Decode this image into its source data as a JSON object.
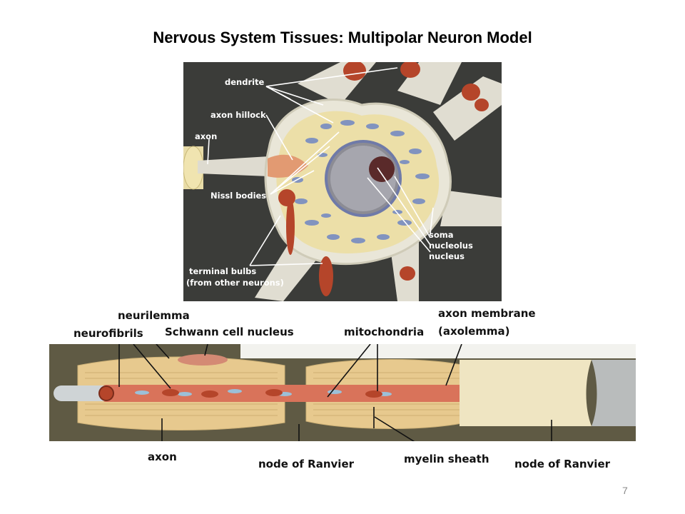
{
  "title": "Nervous System Tissues: Multipolar Neuron Model",
  "neuron_labels": {
    "dendrite": "dendrite",
    "axon_hillock": "axon hillock",
    "axon": "axon",
    "nissl_bodies": "Nissl bodies",
    "soma": "soma",
    "nucleolus": "nucleolus",
    "nucleus": "nucleus",
    "terminal_bulbs_line1": "terminal bulbs",
    "terminal_bulbs_line2": "(from other neurons)"
  },
  "axon_labels": {
    "neurilemma": "neurilemma",
    "neurofibrils": "neurofibrils",
    "schwann_cell_nucleus": "Schwann cell nucleus",
    "mitochondria": "mitochondria",
    "axon_membrane_line1": "axon membrane",
    "axon_membrane_line2": "(axolemma)",
    "axon": "axon",
    "node_of_ranvier_1": "node of Ranvier",
    "myelin_sheath": "myelin sheath",
    "node_of_ranvier_2": "node of Ranvier"
  },
  "page_number": "7",
  "colors": {
    "photo_bg": "#3b3c39",
    "cytoplasm": "#ecdfa8",
    "membrane": "#e9e6d8",
    "nissl": "#6f86c4",
    "bulb": "#b5452a",
    "myelin": "#e7c98e",
    "axoplasm": "#d9735a"
  }
}
